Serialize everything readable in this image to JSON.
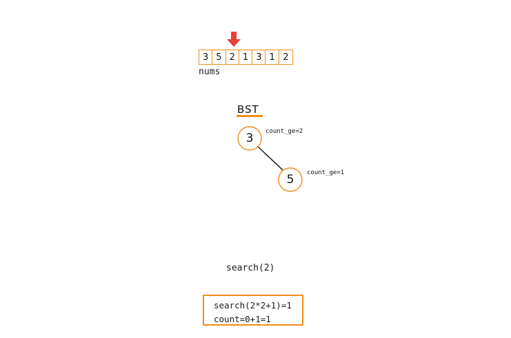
{
  "array": {
    "values": [
      "3",
      "5",
      "2",
      "1",
      "3",
      "1",
      "2"
    ],
    "label": "nums",
    "pointer_index": 2,
    "pointer_color": "#e8403a",
    "border_color": "#f08c1a"
  },
  "bst": {
    "title": "BST",
    "accent_color": "#f08c1a",
    "nodes": [
      {
        "value": "3",
        "annotation": "count_ge=2"
      },
      {
        "value": "5",
        "annotation": "count_ge=1"
      }
    ]
  },
  "search": {
    "call": "search(2)",
    "result_lines": [
      "search(2*2+1)=1",
      "count=0+1=1"
    ]
  }
}
